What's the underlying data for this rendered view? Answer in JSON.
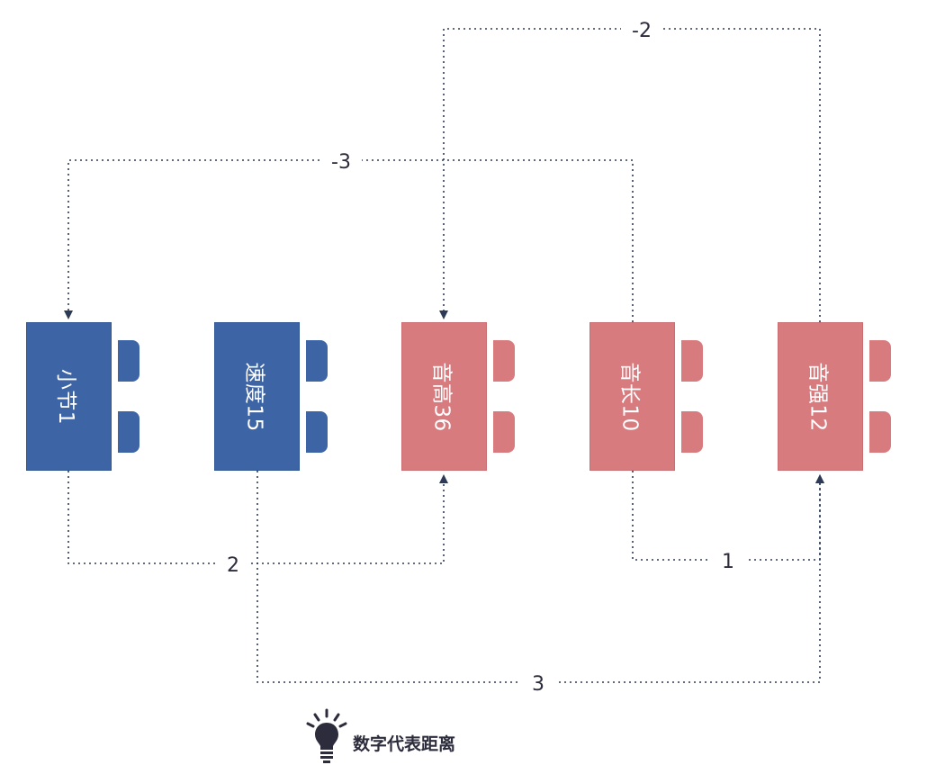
{
  "nodes": [
    {
      "id": "n1",
      "label": "小节1",
      "color": "#3d64a5"
    },
    {
      "id": "n2",
      "label": "速度15",
      "color": "#3d64a5"
    },
    {
      "id": "n3",
      "label": "音高36",
      "color": "#d77b7f"
    },
    {
      "id": "n4",
      "label": "音长10",
      "color": "#d77b7f"
    },
    {
      "id": "n5",
      "label": "音强12",
      "color": "#d77b7f"
    }
  ],
  "edges": [
    {
      "from": "n5",
      "to": "n3",
      "label": "-2"
    },
    {
      "from": "n4",
      "to": "n1",
      "label": "-3"
    },
    {
      "from": "n1",
      "to": "n3",
      "label": "2"
    },
    {
      "from": "n4",
      "to": "n5",
      "label": "1"
    },
    {
      "from": "n2",
      "to": "n5",
      "label": "3"
    }
  ],
  "note": {
    "icon": "lightbulb-icon",
    "text": "数字代表距离"
  },
  "colors": {
    "connector": "#2d3a55",
    "label": "#2c2c3c"
  }
}
